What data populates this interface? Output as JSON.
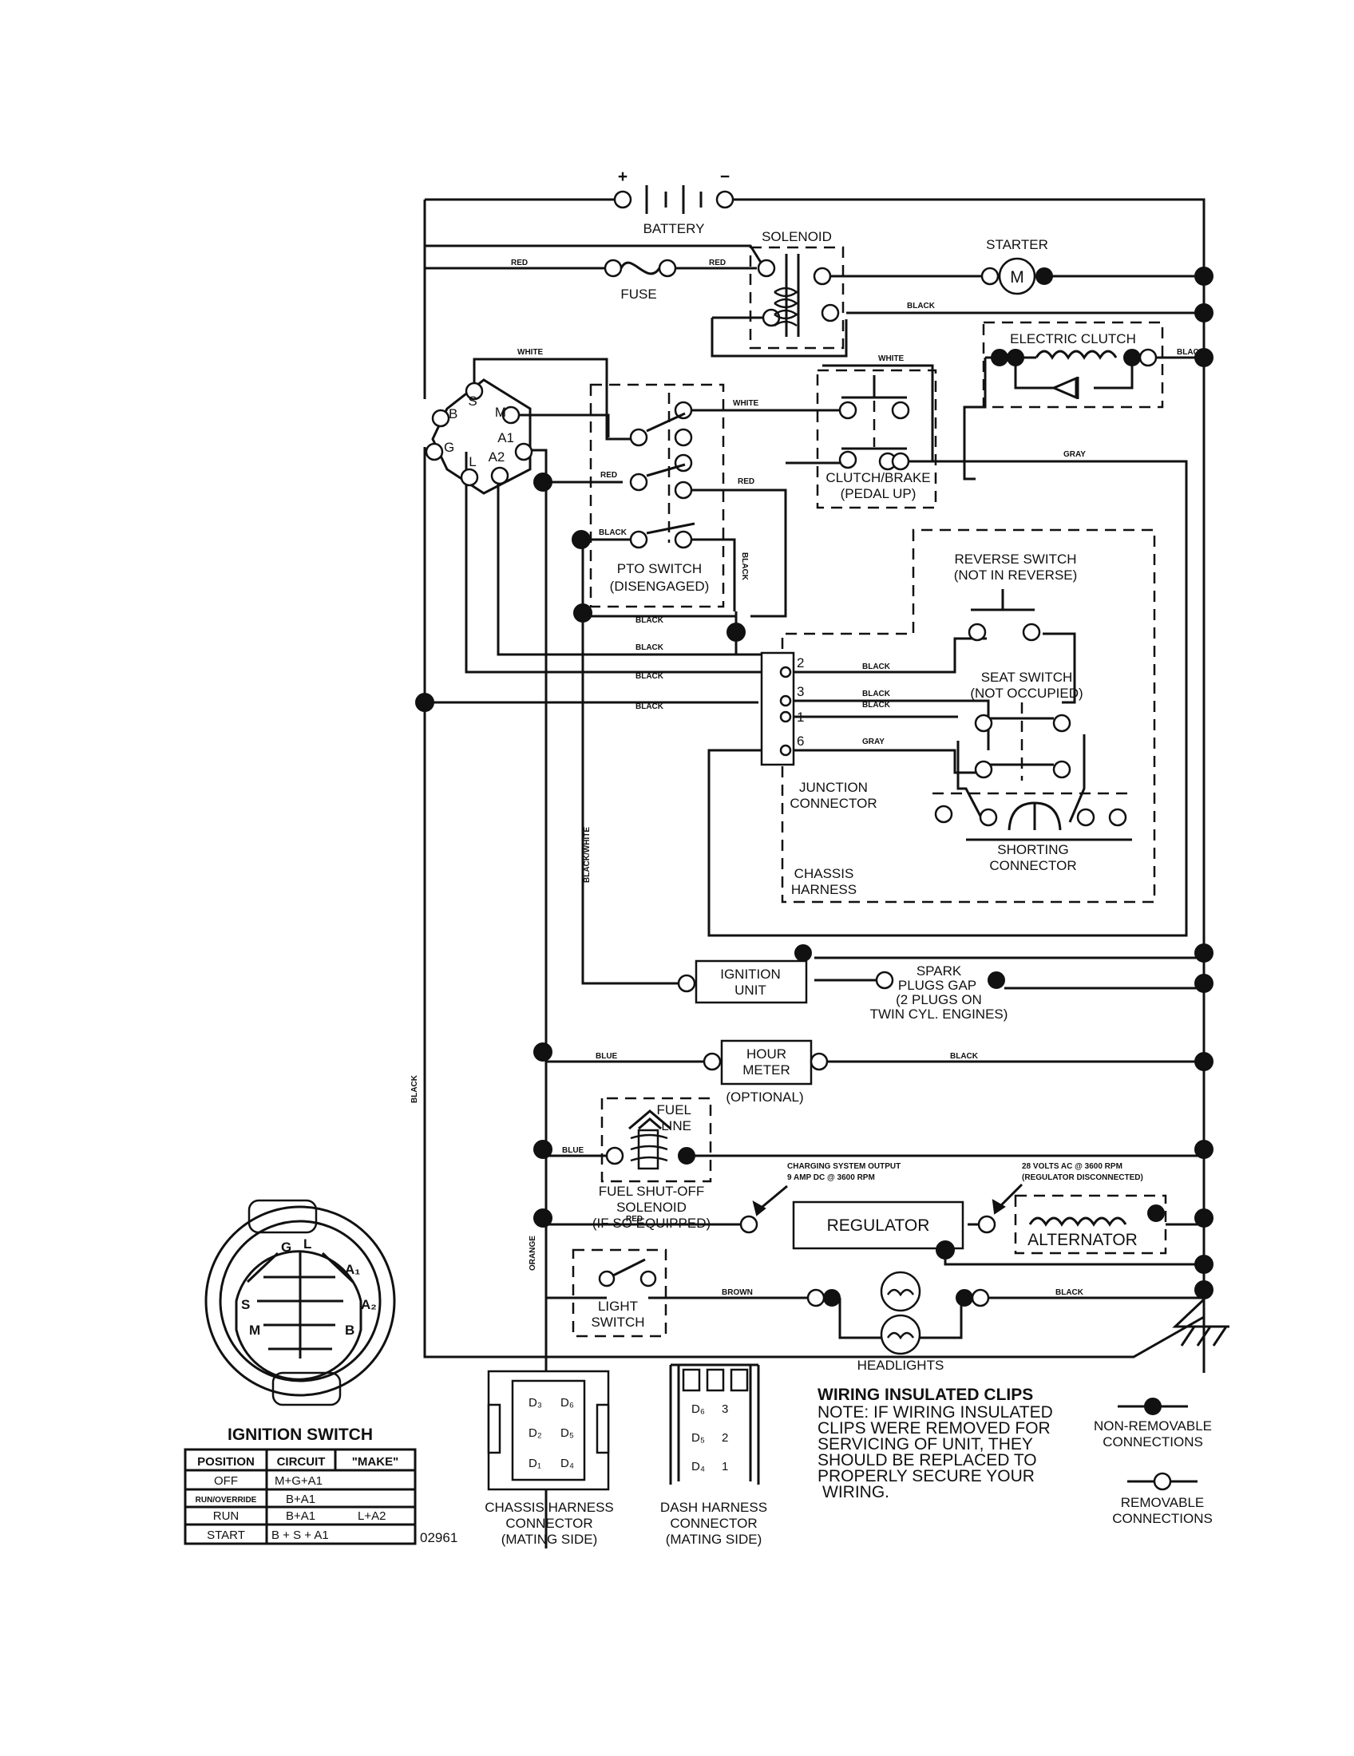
{
  "labels": {
    "battery": "BATTERY",
    "battery_pos": "+",
    "battery_neg": "−",
    "solenoid": "SOLENOID",
    "starter": "STARTER",
    "starter_m": "M",
    "fuse": "FUSE",
    "electric_clutch": "ELECTRIC CLUTCH",
    "pto_switch_1": "PTO SWITCH",
    "pto_switch_2": "(DISENGAGED)",
    "clutch_brake_1": "CLUTCH/BRAKE",
    "clutch_brake_2": "(PEDAL UP)",
    "reverse_switch_1": "REVERSE SWITCH",
    "reverse_switch_2": "(NOT IN REVERSE)",
    "seat_switch_1": "SEAT SWITCH",
    "seat_switch_2": "(NOT OCCUPIED)",
    "junction_1": "JUNCTION",
    "junction_2": "CONNECTOR",
    "shorting_1": "SHORTING",
    "shorting_2": "CONNECTOR",
    "chassis_h_1": "CHASSIS",
    "chassis_h_2": "HARNESS",
    "ignition_unit_1": "IGNITION",
    "ignition_unit_2": "UNIT",
    "spark_1": "SPARK",
    "spark_2": "PLUGS GAP",
    "spark_3": "(2 PLUGS ON",
    "spark_4": "TWIN CYL. ENGINES)",
    "hour_meter_1": "HOUR",
    "hour_meter_2": "METER",
    "optional": "(OPTIONAL)",
    "fuel_line_1": "FUEL",
    "fuel_line_2": "LINE",
    "fuel_sol_1": "FUEL SHUT-OFF",
    "fuel_sol_2": "SOLENOID",
    "fuel_sol_3": "(IF SO EQUIPPED)",
    "charging_1": "CHARGING SYSTEM OUTPUT",
    "charging_2": "9 AMP DC @ 3600 RPM",
    "ac_1": "28 VOLTS AC @ 3600 RPM",
    "ac_2": "(REGULATOR DISCONNECTED)",
    "regulator": "REGULATOR",
    "alternator": "ALTERNATOR",
    "light_switch_1": "LIGHT",
    "light_switch_2": "SWITCH",
    "headlights": "HEADLIGHTS",
    "ignition_switch": "IGNITION SWITCH",
    "chassis_conn_1": "CHASSIS HARNESS",
    "chassis_conn_2": "CONNECTOR",
    "chassis_conn_3": "(MATING SIDE)",
    "dash_conn_1": "DASH HARNESS",
    "dash_conn_2": "CONNECTOR",
    "dash_conn_3": "(MATING SIDE)",
    "note_title": "WIRING INSULATED CLIPS",
    "note_1": "NOTE: IF WIRING INSULATED",
    "note_2": "CLIPS WERE REMOVED FOR",
    "note_3": "SERVICING OF UNIT, THEY",
    "note_4": "SHOULD BE REPLACED TO",
    "note_5": "PROPERLY SECURE YOUR",
    "note_6": "WIRING.",
    "nonremovable_1": "NON-REMOVABLE",
    "nonremovable_2": "CONNECTIONS",
    "removable_1": "REMOVABLE",
    "removable_2": "CONNECTIONS",
    "drawing_no": "02961"
  },
  "terminals": {
    "s": "S",
    "m": "M",
    "b": "B",
    "a1": "A1",
    "g": "G",
    "l": "L",
    "a2": "A2",
    "j2": "2",
    "j3": "3",
    "j1": "1",
    "j6": "6"
  },
  "wire_colors": {
    "red": "RED",
    "white": "WHITE",
    "black": "BLACK",
    "gray": "GRAY",
    "blue": "BLUE",
    "brown": "BROWN",
    "orange": "ORANGE",
    "black_white": "BLACK/WHITE"
  },
  "switch_face": {
    "g": "G",
    "l": "L",
    "a1": "A₁",
    "s": "S",
    "a2": "A₂",
    "m": "M",
    "b": "B"
  },
  "connector_pins": {
    "chassis": [
      "D₃",
      "D₆",
      "D₂",
      "D₅",
      "D₁",
      "D₄"
    ],
    "dash": [
      "D₆",
      "3",
      "D₅",
      "2",
      "D₄",
      "1"
    ]
  },
  "ignition_table": {
    "headers": [
      "POSITION",
      "CIRCUIT",
      "\"MAKE\""
    ],
    "rows": [
      {
        "position": "OFF",
        "circuit": "M+G+A1",
        "extra": ""
      },
      {
        "position": "RUN/OVERRIDE",
        "circuit": "B+A1",
        "extra": ""
      },
      {
        "position": "RUN",
        "circuit": "B+A1",
        "extra": "L+A2"
      },
      {
        "position": "START",
        "circuit": "B + S + A1",
        "extra": ""
      }
    ]
  }
}
